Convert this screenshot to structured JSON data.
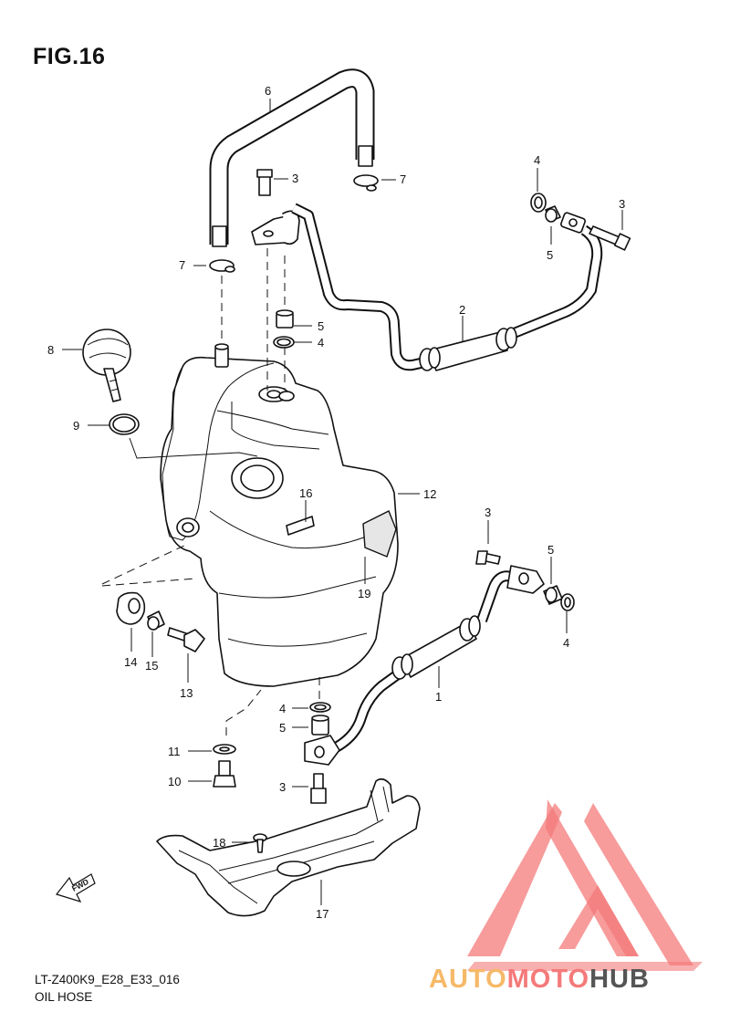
{
  "figure": {
    "title": "FIG.16",
    "code": "LT-Z400K9_E28_E33_016",
    "name": "OIL HOSE"
  },
  "direction_arrow": "FWD",
  "watermark": {
    "part1": "AUTO",
    "part2": "MOTO",
    "part3": "HUB",
    "color_light": "#f6b968",
    "color_red": "#f47a7a",
    "color_gray": "#555555"
  },
  "callouts": [
    {
      "id": "c1",
      "label": "1"
    },
    {
      "id": "c2",
      "label": "2"
    },
    {
      "id": "c3a",
      "label": "3"
    },
    {
      "id": "c3b",
      "label": "3"
    },
    {
      "id": "c3c",
      "label": "3"
    },
    {
      "id": "c3d",
      "label": "3"
    },
    {
      "id": "c4a",
      "label": "4"
    },
    {
      "id": "c4b",
      "label": "4"
    },
    {
      "id": "c4c",
      "label": "4"
    },
    {
      "id": "c4d",
      "label": "4"
    },
    {
      "id": "c5a",
      "label": "5"
    },
    {
      "id": "c5b",
      "label": "5"
    },
    {
      "id": "c5c",
      "label": "5"
    },
    {
      "id": "c5d",
      "label": "5"
    },
    {
      "id": "c6",
      "label": "6"
    },
    {
      "id": "c7a",
      "label": "7"
    },
    {
      "id": "c7b",
      "label": "7"
    },
    {
      "id": "c8",
      "label": "8"
    },
    {
      "id": "c9",
      "label": "9"
    },
    {
      "id": "c10",
      "label": "10"
    },
    {
      "id": "c11",
      "label": "11"
    },
    {
      "id": "c12",
      "label": "12"
    },
    {
      "id": "c13",
      "label": "13"
    },
    {
      "id": "c14",
      "label": "14"
    },
    {
      "id": "c15",
      "label": "15"
    },
    {
      "id": "c16",
      "label": "16"
    },
    {
      "id": "c17",
      "label": "17"
    },
    {
      "id": "c18",
      "label": "18"
    },
    {
      "id": "c19",
      "label": "19"
    }
  ]
}
